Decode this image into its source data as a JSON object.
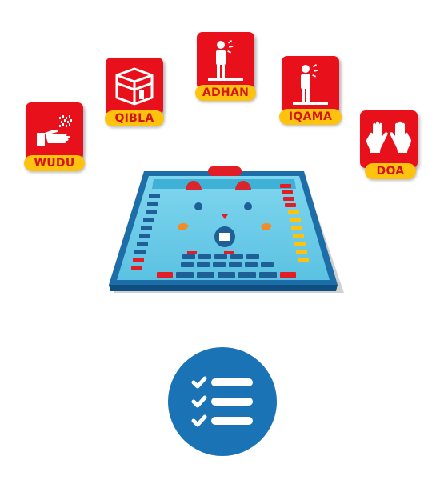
{
  "steps": [
    {
      "id": "wudu",
      "label": "WUDU",
      "icon": "hand-washing-icon"
    },
    {
      "id": "qibla",
      "label": "QIBLA",
      "icon": "kaaba-icon"
    },
    {
      "id": "adhan",
      "label": "ADHAN",
      "icon": "standing-person-calling-icon"
    },
    {
      "id": "iqama",
      "label": "IQAMA",
      "icon": "standing-person-calling-icon"
    },
    {
      "id": "doa",
      "label": "DOA",
      "icon": "raised-hands-icon"
    }
  ],
  "board": {
    "icon": "prayer-mat-board-icon"
  },
  "checklist": {
    "icon": "checklist-icon"
  },
  "colors": {
    "tile_red": "#e8101a",
    "label_yellow": "#ffc20e",
    "label_text": "#d3141b",
    "mat_blue": "#6ccde8",
    "mat_dark": "#1d6ea8",
    "checklist_blue": "#1a73b5"
  }
}
